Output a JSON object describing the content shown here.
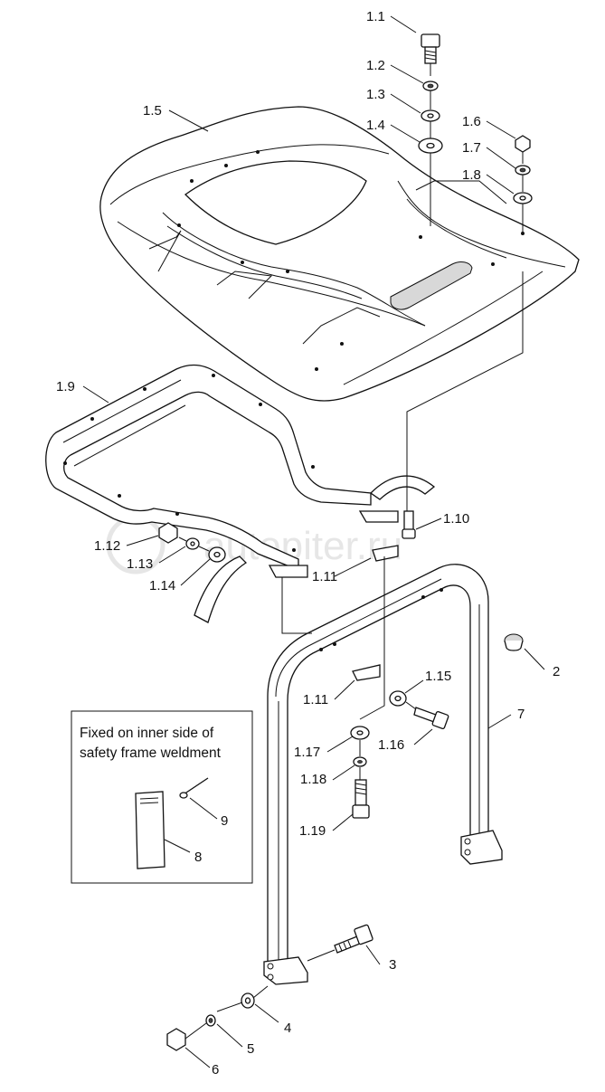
{
  "watermark": "autopiter.ru",
  "note": {
    "line1": "Fixed on inner side of",
    "line2": "safety frame weldment"
  },
  "callouts": [
    {
      "id": "1.1",
      "text": "1.1"
    },
    {
      "id": "1.2",
      "text": "1.2"
    },
    {
      "id": "1.3",
      "text": "1.3"
    },
    {
      "id": "1.4",
      "text": "1.4"
    },
    {
      "id": "1.5",
      "text": "1.5"
    },
    {
      "id": "1.6",
      "text": "1.6"
    },
    {
      "id": "1.7",
      "text": "1.7"
    },
    {
      "id": "1.8",
      "text": "1.8"
    },
    {
      "id": "1.9",
      "text": "1.9"
    },
    {
      "id": "1.10",
      "text": "1.10"
    },
    {
      "id": "1.11a",
      "text": "1.11"
    },
    {
      "id": "1.11b",
      "text": "1.11"
    },
    {
      "id": "1.12",
      "text": "1.12"
    },
    {
      "id": "1.13",
      "text": "1.13"
    },
    {
      "id": "1.14",
      "text": "1.14"
    },
    {
      "id": "1.15",
      "text": "1.15"
    },
    {
      "id": "1.16",
      "text": "1.16"
    },
    {
      "id": "1.17",
      "text": "1.17"
    },
    {
      "id": "1.18",
      "text": "1.18"
    },
    {
      "id": "1.19",
      "text": "1.19"
    },
    {
      "id": "2",
      "text": "2"
    },
    {
      "id": "3",
      "text": "3"
    },
    {
      "id": "4",
      "text": "4"
    },
    {
      "id": "5",
      "text": "5"
    },
    {
      "id": "6",
      "text": "6"
    },
    {
      "id": "7",
      "text": "7"
    },
    {
      "id": "8",
      "text": "8"
    },
    {
      "id": "9",
      "text": "9"
    }
  ]
}
